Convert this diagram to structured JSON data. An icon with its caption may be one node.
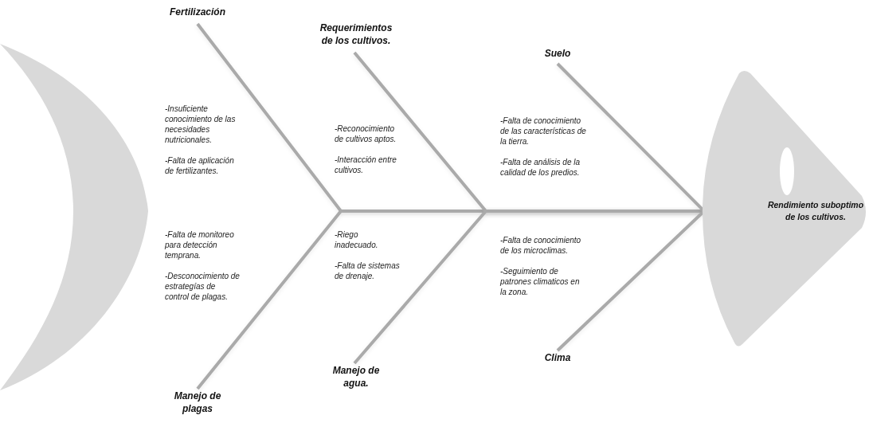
{
  "diagram": {
    "nodes": [
      {
        "text": [],
        "shape": "tail"
      },
      {
        "text": [
          "Fertilización"
        ],
        "beside": [
          "-Insuficiente conocimiento de las necesidades nutricionales.",
          "-Falta de aplicación de fertilizantes."
        ]
      },
      {
        "text": [
          "Manejo de plagas"
        ],
        "beside": [
          "-Falta de monitoreo para detección temprana.",
          "-Desconocimiento de estrategías de control de plagas."
        ]
      },
      {
        "text": [
          "Requerimientos de los cultivos."
        ],
        "beside": [
          "-Reconocimiento de cultivos aptos.",
          "-Interacción entre cultivos."
        ]
      },
      {
        "text": [
          "Manejo de agua."
        ],
        "beside": [
          "-Riego inadecuado.",
          "-Falta de sistemas de drenaje."
        ]
      },
      {
        "text": [
          "Suelo"
        ],
        "beside": [
          "-Falta de conocimiento de las características de la tierra.",
          "-Falta de análisis de la calidad de los predios."
        ]
      },
      {
        "text": [
          "Clima"
        ],
        "beside": [
          "-Falta de conocimiento de los microclimas.",
          "-Seguimiento de patrones climaticos en la zona."
        ]
      },
      {
        "text": [
          "Rendimiento suboptimo de los cultivos."
        ]
      }
    ],
    "edges": [
      {
        "from": 0,
        "to": 7,
        "arrow": "none"
      },
      {
        "from": 1,
        "to": 7,
        "arrow": "none"
      },
      {
        "from": 2,
        "to": 7,
        "arrow": "none"
      },
      {
        "from": 3,
        "to": 7,
        "arrow": "none"
      },
      {
        "from": 4,
        "to": 7,
        "arrow": "none"
      },
      {
        "from": 5,
        "to": 7,
        "arrow": "none"
      },
      {
        "from": 6,
        "to": 7,
        "arrow": "none"
      }
    ]
  }
}
